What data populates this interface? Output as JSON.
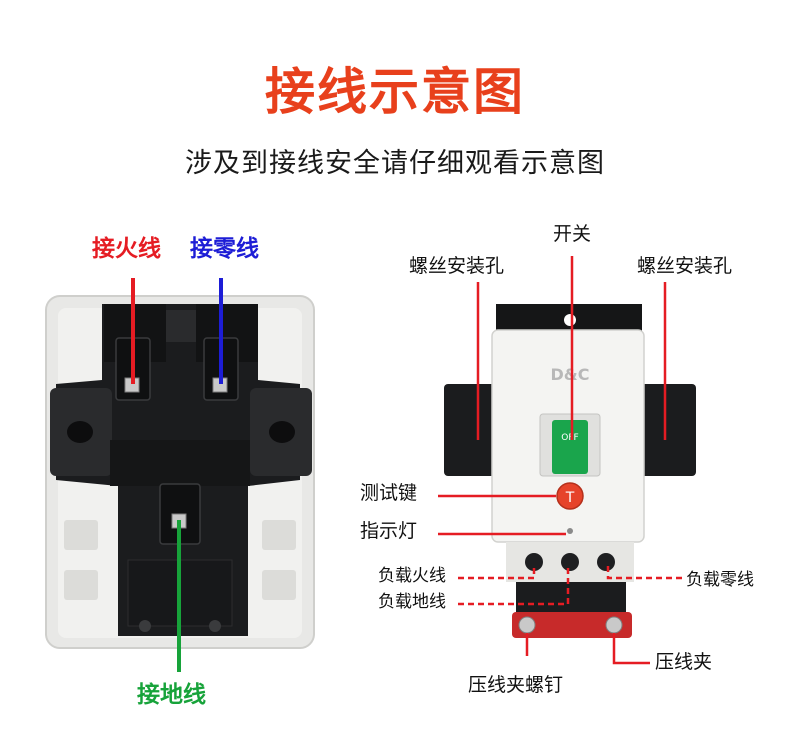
{
  "title": "接线示意图",
  "subtitle": "涉及到接线安全请仔细观看示意图",
  "colors": {
    "title": "#e8401c",
    "live": "#e51c23",
    "neutral": "#1d1dd6",
    "earth": "#17a33a",
    "leader": "#e51c23",
    "switch_green": "#1aa54c",
    "test_button": "#e6432a"
  },
  "left_labels": {
    "live": "接火线",
    "neutral": "接零线",
    "earth": "接地线"
  },
  "right_labels": {
    "switch": "开关",
    "screw_hole_left": "螺丝安装孔",
    "screw_hole_right": "螺丝安装孔",
    "test_key": "测试键",
    "indicator": "指示灯",
    "load_live": "负载火线",
    "load_earth": "负载地线",
    "load_neutral": "负载零线",
    "clamp": "压线夹",
    "clamp_screw": "压线夹螺钉"
  },
  "device": {
    "brand": "D&C",
    "switch_state": "OFF",
    "test_button_letter": "T"
  }
}
